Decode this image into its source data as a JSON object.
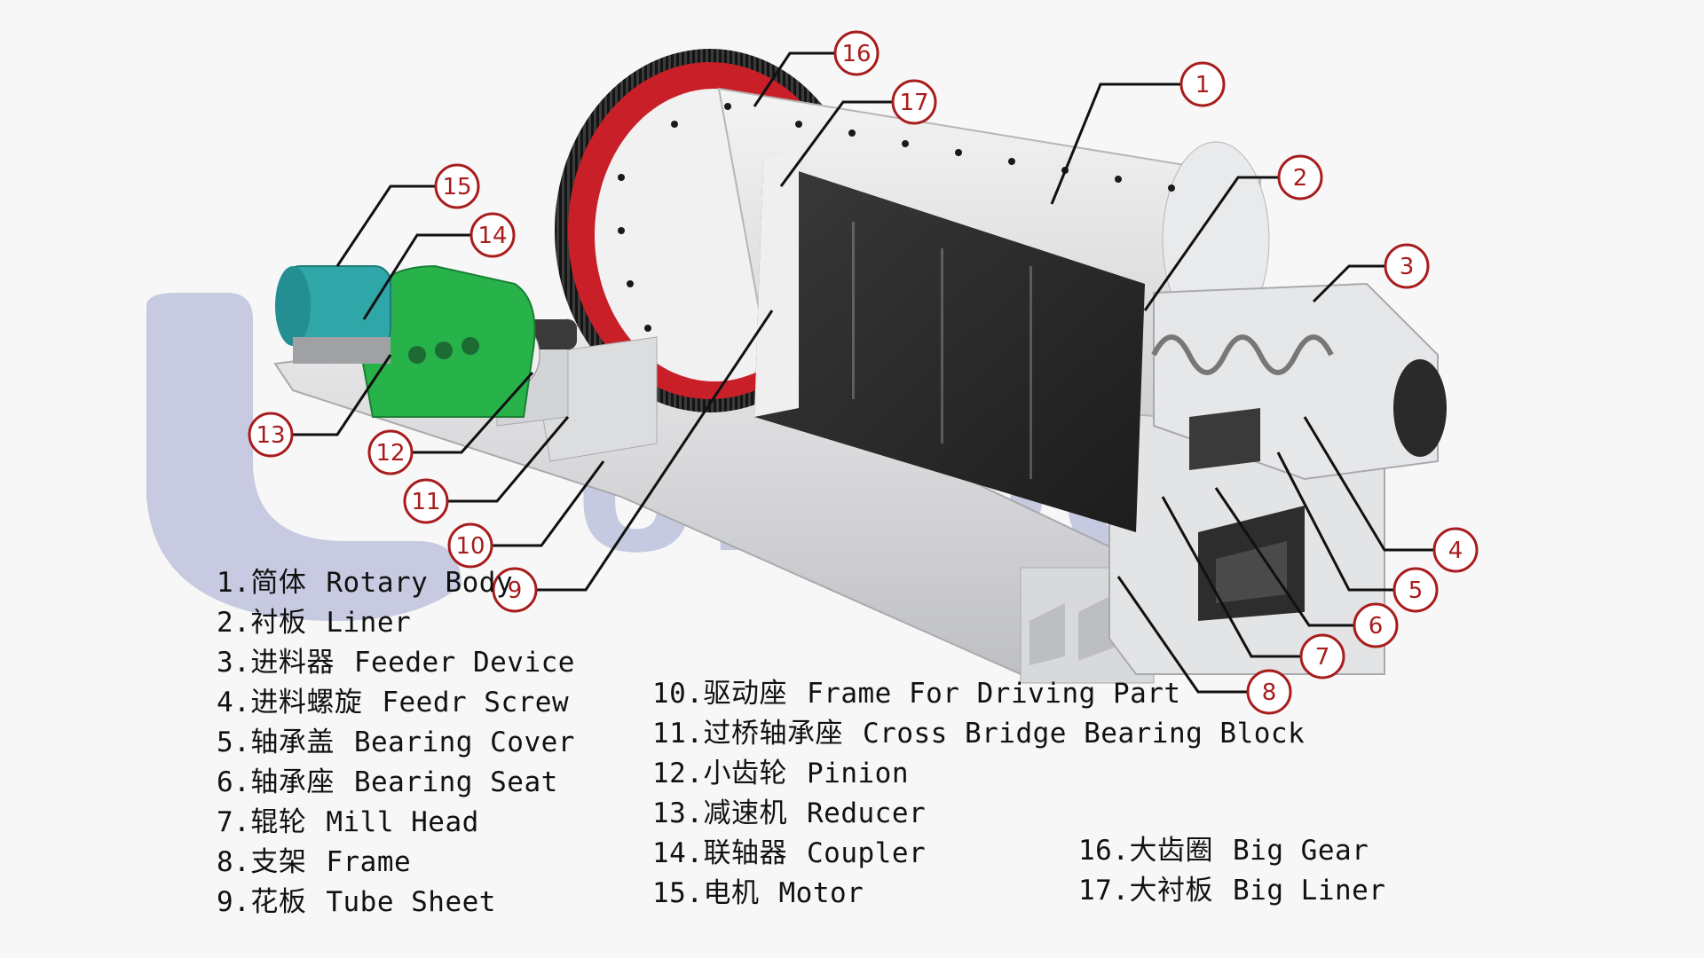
{
  "watermark": {
    "text": "UNIQUE",
    "color": "#1e2f8f",
    "accent": "#d9a83a"
  },
  "colors": {
    "callout": "#a81c1c",
    "gear_ring": "#c81f28",
    "motor": "#2fa6a8",
    "reducer": "#27b34a",
    "liner": "#2b2b2b"
  },
  "callouts": [
    "1",
    "2",
    "3",
    "4",
    "5",
    "6",
    "7",
    "8",
    "9",
    "10",
    "11",
    "12",
    "13",
    "14",
    "15",
    "16",
    "17"
  ],
  "legend": [
    [
      {
        "num": "1.",
        "zh": "简体",
        "en": "Rotary Body"
      },
      {
        "num": "2.",
        "zh": "衬板",
        "en": "Liner"
      },
      {
        "num": "3.",
        "zh": "进料器",
        "en": "Feeder Device"
      },
      {
        "num": "4.",
        "zh": "进料螺旋",
        "en": "Feedr Screw"
      },
      {
        "num": "5.",
        "zh": "轴承盖",
        "en": "Bearing Cover"
      },
      {
        "num": "6.",
        "zh": "轴承座",
        "en": "Bearing Seat"
      },
      {
        "num": "7.",
        "zh": "辊轮",
        "en": "Mill Head"
      },
      {
        "num": "8.",
        "zh": "支架",
        "en": "Frame"
      },
      {
        "num": "9.",
        "zh": "花板",
        "en": "Tube Sheet"
      }
    ],
    [
      {
        "num": "10.",
        "zh": "驱动座",
        "en": "Frame For Driving Part"
      },
      {
        "num": "11.",
        "zh": "过桥轴承座",
        "en": "Cross Bridge Bearing Block"
      },
      {
        "num": "12.",
        "zh": "小齿轮",
        "en": "Pinion"
      },
      {
        "num": "13.",
        "zh": "减速机",
        "en": "Reducer"
      },
      {
        "num": "14.",
        "zh": "联轴器",
        "en": "Coupler"
      },
      {
        "num": "15.",
        "zh": "电机",
        "en": "Motor"
      }
    ],
    [
      {
        "num": "16.",
        "zh": "大齿圈",
        "en": "Big Gear"
      },
      {
        "num": "17.",
        "zh": "大衬板",
        "en": "Big Liner"
      }
    ]
  ]
}
